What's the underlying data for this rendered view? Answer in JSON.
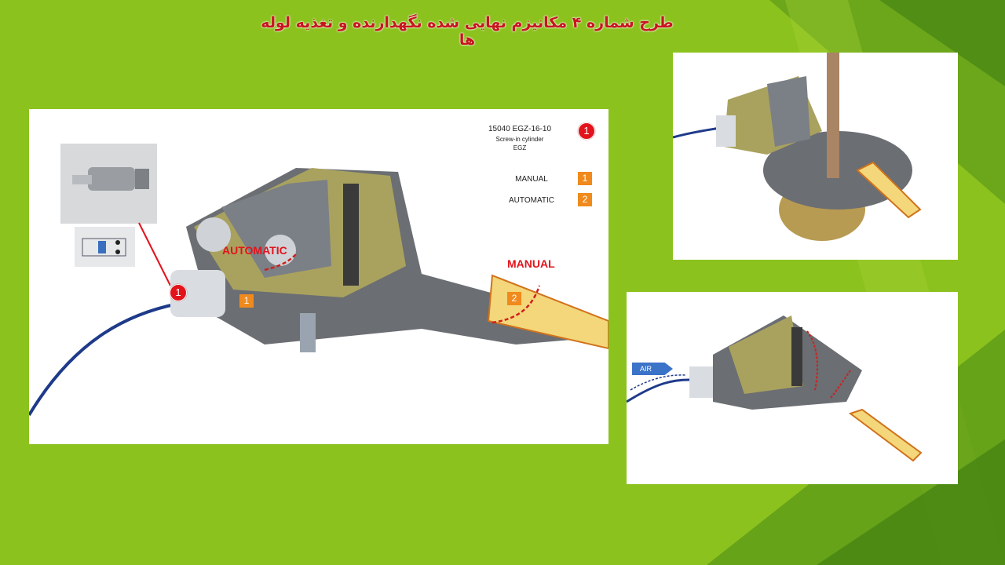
{
  "slide": {
    "title": "طرح شماره ۴ مکانیزم نهایی شده نگهدارنده و تغذیه لوله ها",
    "colors": {
      "background": "#8cc21e",
      "title": "#c8161d",
      "accent_orange": "#f08a1c",
      "accent_red": "#e3131b",
      "lever": "#f3d77a"
    }
  },
  "main_figure": {
    "legend": {
      "part_number": "15040 EGZ-16-10",
      "part_desc": "Screw-in cylinder",
      "part_type": "EGZ",
      "part_badge": "1",
      "manual_label": "MANUAL",
      "manual_badge": "1",
      "automatic_label": "AUTOMATIC",
      "automatic_badge": "2"
    },
    "callouts": {
      "automatic": "AUTOMATIC",
      "manual": "MANUAL",
      "cylinder_badge": "1",
      "badge_1": "1",
      "badge_2": "2"
    }
  },
  "bottom_right_figure": {
    "air_label": "AIR"
  }
}
